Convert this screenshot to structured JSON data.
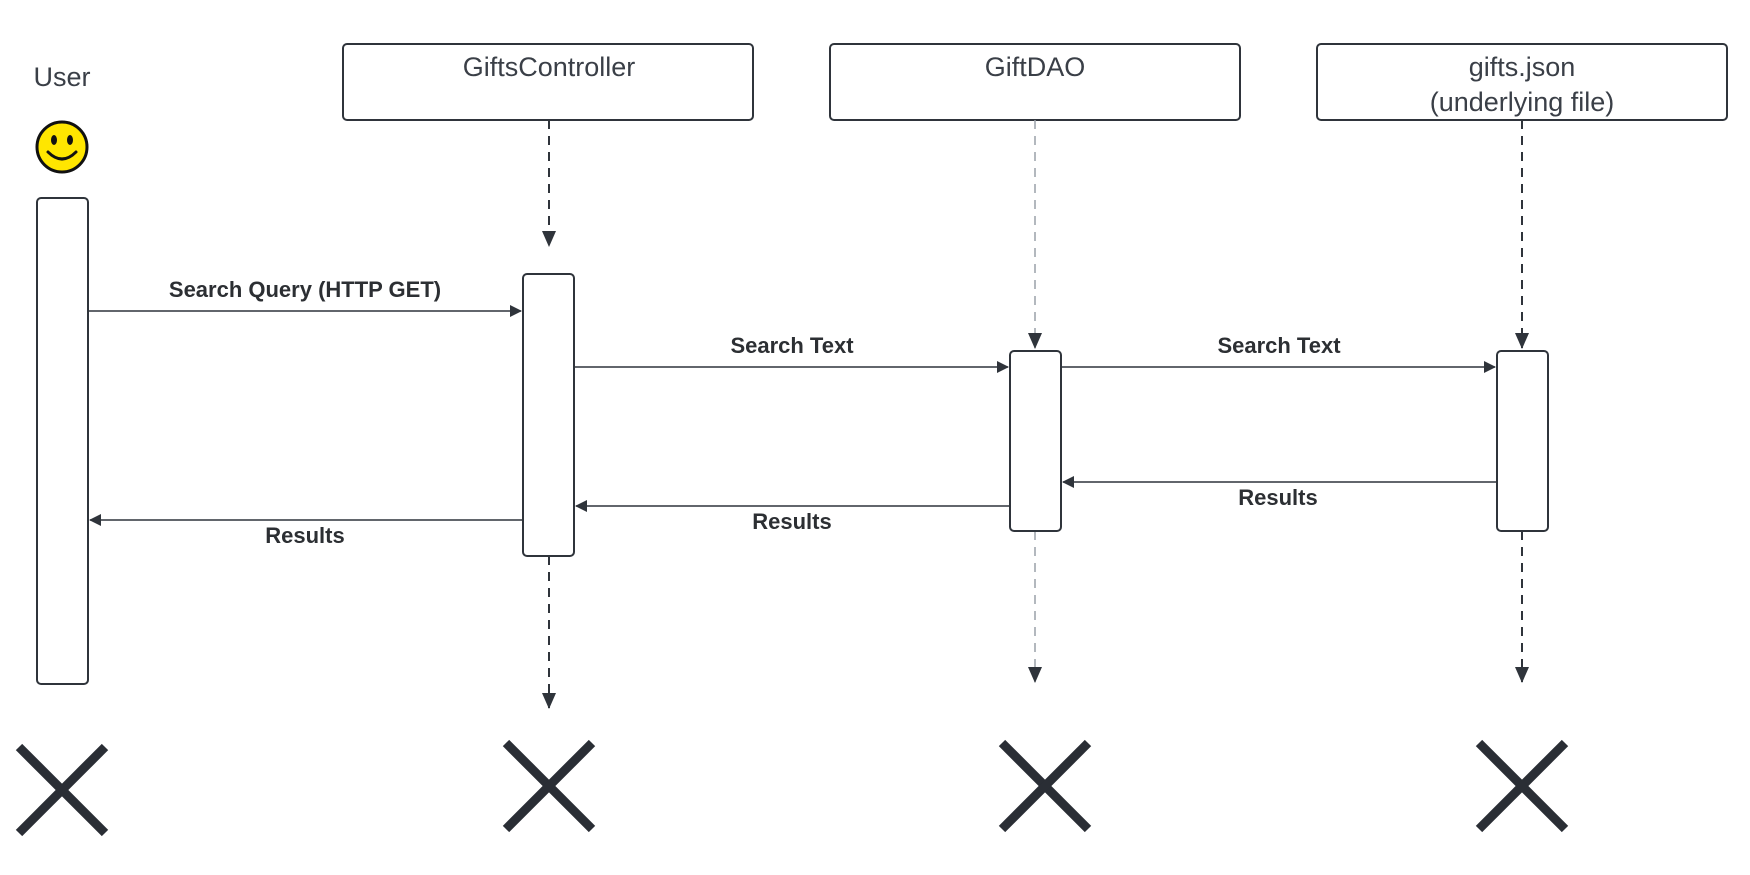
{
  "participants": {
    "user": "User",
    "controller": "GiftsController",
    "dao": "GiftDAO",
    "file_line1": "gifts.json",
    "file_line2": "(underlying file)"
  },
  "messages": {
    "user_to_controller": "Search Query (HTTP GET)",
    "controller_to_dao": "Search Text",
    "dao_to_file": "Search Text",
    "file_to_dao": "Results",
    "dao_to_controller": "Results",
    "controller_to_user": "Results"
  },
  "icons": {
    "actor": "smiley-face-icon",
    "destroy": "x-mark-icon"
  },
  "colors": {
    "stroke": "#2f343b",
    "actor_fill": "#ffe600",
    "text": "#3a3f47"
  }
}
